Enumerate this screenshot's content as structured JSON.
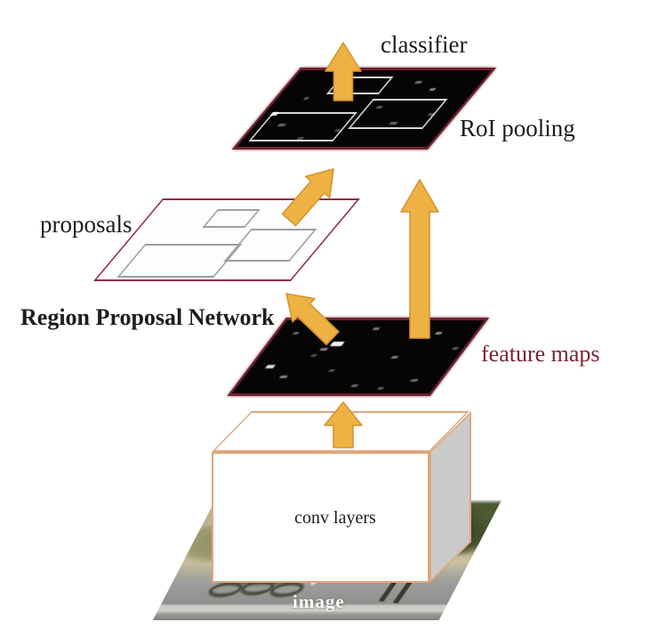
{
  "labels": {
    "classifier": "classifier",
    "roi_pooling": "RoI pooling",
    "proposals": "proposals",
    "region_proposal_network": "Region Proposal Network",
    "feature_maps": "feature maps",
    "conv_layers": "conv layers",
    "image": "image"
  },
  "colors": {
    "arrow_fill": "#EDB243",
    "arrow_stroke": "#D4952E",
    "plane_border": "#71202E",
    "plane_fill": "#070405",
    "proposals_border": "#8C3045",
    "feature_maps_text": "#7B2433",
    "box_border": "#DFA77C",
    "box_side": "#CACACA",
    "label_text": "#1C1C1C"
  }
}
